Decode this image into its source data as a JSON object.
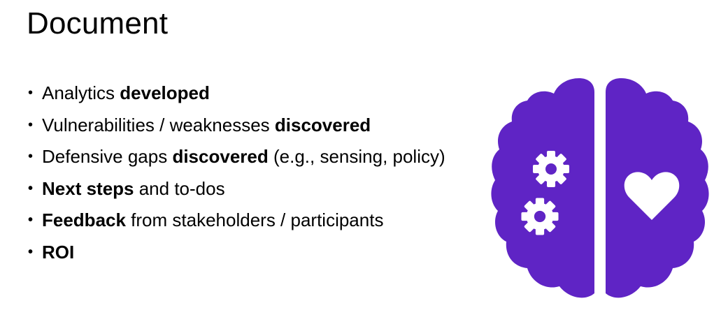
{
  "slide": {
    "title": "Document",
    "bullets": [
      {
        "bullet": "•",
        "segments": [
          {
            "text": "Analytics ",
            "bold": false
          },
          {
            "text": "developed",
            "bold": true
          }
        ]
      },
      {
        "bullet": "•",
        "segments": [
          {
            "text": "Vulnerabilities / weaknesses ",
            "bold": false
          },
          {
            "text": "discovered",
            "bold": true
          }
        ]
      },
      {
        "bullet": "•",
        "segments": [
          {
            "text": "Defensive gaps ",
            "bold": false
          },
          {
            "text": "discovered",
            "bold": true
          },
          {
            "text": " (e.g., sensing, policy)",
            "bold": false
          }
        ]
      },
      {
        "bullet": "•",
        "segments": [
          {
            "text": "Next steps",
            "bold": true
          },
          {
            "text": " and to-dos",
            "bold": false
          }
        ]
      },
      {
        "bullet": "•",
        "segments": [
          {
            "text": "Feedback",
            "bold": true
          },
          {
            "text": " from stakeholders / participants",
            "bold": false
          }
        ]
      },
      {
        "bullet": "•",
        "segments": [
          {
            "text": "ROI",
            "bold": true
          }
        ]
      }
    ]
  },
  "illustration": {
    "icon": "brain-icon",
    "left_half_icons": [
      "gear-icon",
      "gear-icon"
    ],
    "right_half_icon": "heart-icon",
    "fill_color": "#5f24c5",
    "icon_color": "#ffffff"
  }
}
